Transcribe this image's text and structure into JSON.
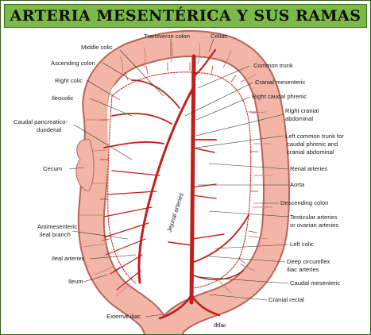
{
  "title": "ARTERIA MESENTÉRICA Y SUS RAMAS",
  "labels": {
    "transverse_colon": "Transverse colon",
    "celiac": "Celiac",
    "middle_colic": "Middle colic",
    "ascending_colon": "Ascending colon",
    "common_trunk": "Common trunk",
    "cranial_mesenteric": "Cranial mesenteric",
    "right_colic": "Right colic",
    "right_caudal_phrenic": "Right caudal phrenic",
    "ileocolic": "Ileocolic",
    "right_cranial_abdominal_1": "Right cranial",
    "right_cranial_abdominal_2": "abdominal",
    "caudal_pancreatico_duodenal_1": "Caudal pancreatico-",
    "caudal_pancreatico_duodenal_2": "duodenal",
    "left_common_trunk_1": "Left common trunk for",
    "left_common_trunk_2": "caudal phrenic and",
    "left_common_trunk_3": "cranial abdominal",
    "cecum": "Cecum",
    "renal_arteries": "Renal arteries",
    "aorta": "Aorta",
    "jejunal_arteries": "Jejunal arteries",
    "descending_colon": "Descending colon",
    "testicular_1": "Testicular arteries",
    "testicular_2": "or ovarian arteries",
    "antimesenteric_1": "Antimesenteric",
    "antimesenteric_2": "ileal branch",
    "left_colic": "Left colic",
    "ileal_arteries": "Ileal arteries",
    "deep_circumflex_1": "Deep circumflex",
    "deep_circumflex_2": "iliac arteries",
    "ileum": "Ileum",
    "caudal_mesenteric": "Caudal mesenteric",
    "cranial_rectal": "Cranial rectal",
    "external_iliac": "External iliac",
    "signature": "ᵭᵭᴂ"
  },
  "colors": {
    "title_bg": "#7db94a",
    "intestine": "#f3b6a6",
    "intestine_edge": "#b5655a",
    "artery": "#c0201c",
    "fat": "#f6e9c8"
  }
}
